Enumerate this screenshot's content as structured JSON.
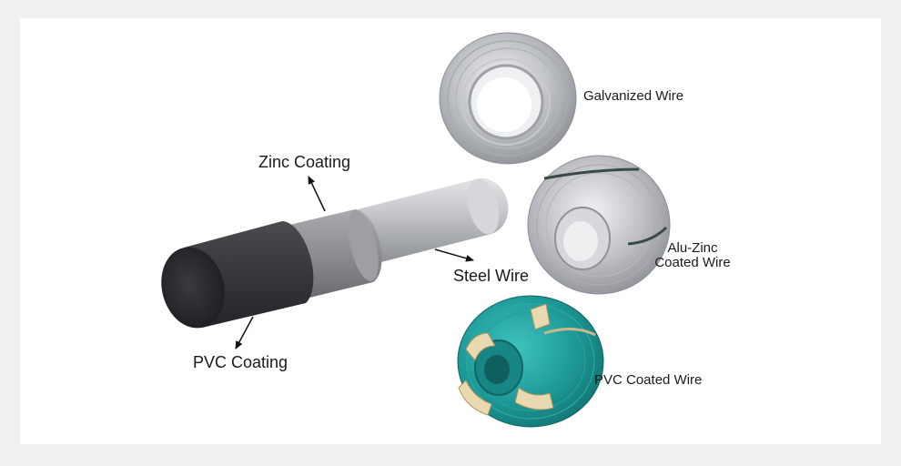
{
  "colors": {
    "page_bg": "#f0f0f0",
    "panel_bg": "#ffffff",
    "pvc_layer": "#3a3b3e",
    "zinc_layer": "#9a9ca0",
    "steel_core": "#c4c6c9",
    "green_coil": "#1f9c9a",
    "galvanized_coil": "#b9bcc0"
  },
  "layers": {
    "zinc": "Zinc Coating",
    "steel": "Steel Wire",
    "pvc": "PVC Coating"
  },
  "products": {
    "galvanized": "Galvanized Wire",
    "alu_zinc_line1": "Alu-Zinc",
    "alu_zinc_line2": "Coated Wire",
    "pvc_coated": "PVC Coated Wire"
  }
}
